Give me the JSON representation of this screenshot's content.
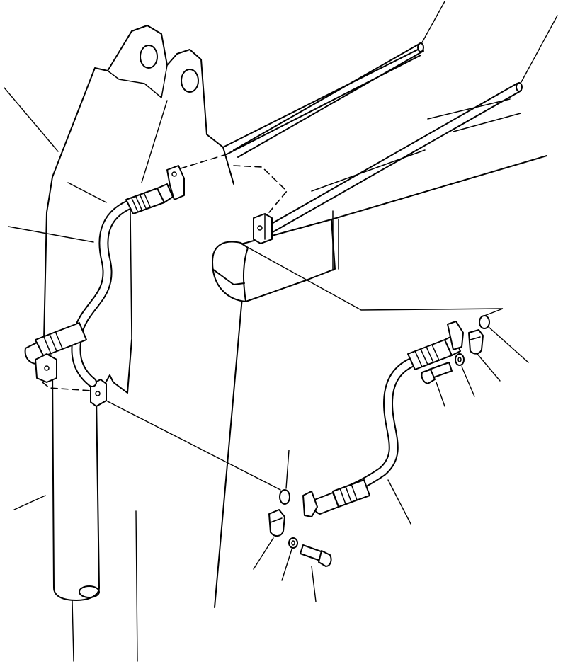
{
  "figure": {
    "type": "exploded-parts-diagram",
    "has_text_labels": false,
    "line_color": "#000000",
    "background_color": "#ffffff"
  },
  "parts": [
    {
      "name": "boom-frame"
    },
    {
      "name": "lift-cylinder"
    },
    {
      "name": "hydraulic-tube-upper"
    },
    {
      "name": "hydraulic-tube-lower"
    },
    {
      "name": "hose-installed"
    },
    {
      "name": "hose-exploded"
    },
    {
      "name": "o-ring-upper"
    },
    {
      "name": "o-ring-lower"
    },
    {
      "name": "split-flange-upper"
    },
    {
      "name": "split-flange-lower"
    },
    {
      "name": "washer-upper"
    },
    {
      "name": "washer-lower"
    },
    {
      "name": "bolt-upper"
    },
    {
      "name": "bolt-lower"
    }
  ]
}
